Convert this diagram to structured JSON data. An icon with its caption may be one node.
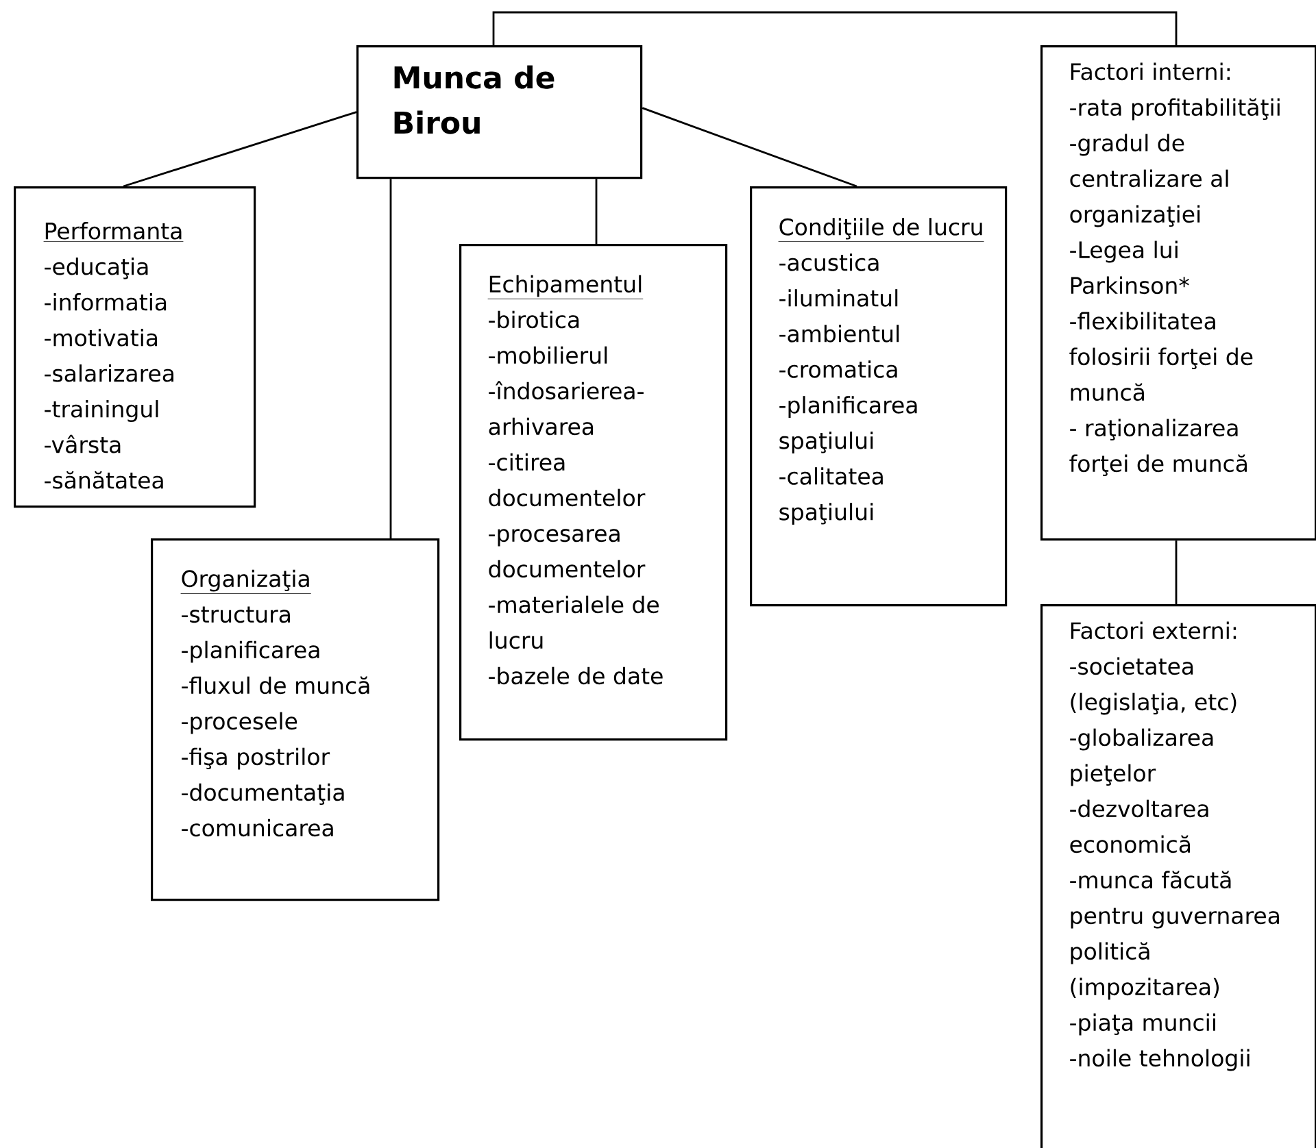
{
  "diagram": {
    "nodes": [
      {
        "text": [
          "Munca de Birou"
        ]
      },
      {
        "text": [
          "Performanta",
          "-educaţia",
          "-informatia",
          "-motivatia",
          "-salarizarea",
          "-trainingul",
          "-vârsta",
          "-sănătatea"
        ]
      },
      {
        "text": [
          "Organizaţia",
          "-structura",
          "-planificarea",
          "-fluxul de muncă",
          "-procesele",
          "-fişa postrilor",
          "-documentaţia",
          "-comunicarea"
        ]
      },
      {
        "text": [
          "Echipamentul",
          "-birotica",
          "-mobilierul",
          "-îndosarierea-arhivarea",
          "-citirea documentelor",
          "-procesarea documentelor",
          "-materialele de lucru",
          "-bazele de date"
        ]
      },
      {
        "text": [
          "Condiţiile de lucru",
          "-acustica",
          "-iluminatul",
          "-ambientul",
          "-cromatica",
          "-planificarea spaţiului",
          "-calitatea spaţiului"
        ]
      },
      {
        "text": [
          "Factori interni:",
          "-rata profitabilităţii",
          "-gradul de centralizare al organizaţiei",
          "-Legea lui Parkinson*",
          "-flexibilitatea folosirii forţei de muncă",
          "- raţionalizarea forţei de muncă"
        ]
      },
      {
        "text": [
          "Factori externi:",
          "-societatea (legislaţia, etc)",
          "-globalizarea pieţelor",
          "-dezvoltarea economică",
          "-munca făcută pentru guvernarea politică (impozitarea)",
          "-piaţa muncii",
          "-noile tehnologii"
        ]
      }
    ],
    "edges": [
      {
        "from": 0,
        "to": 1,
        "arrow": "none"
      },
      {
        "from": 0,
        "to": 2,
        "arrow": "none"
      },
      {
        "from": 0,
        "to": 3,
        "arrow": "none"
      },
      {
        "from": 0,
        "to": 4,
        "arrow": "none"
      },
      {
        "from": 0,
        "to": 5,
        "arrow": "none"
      },
      {
        "from": 5,
        "to": 6,
        "arrow": "none"
      }
    ]
  }
}
